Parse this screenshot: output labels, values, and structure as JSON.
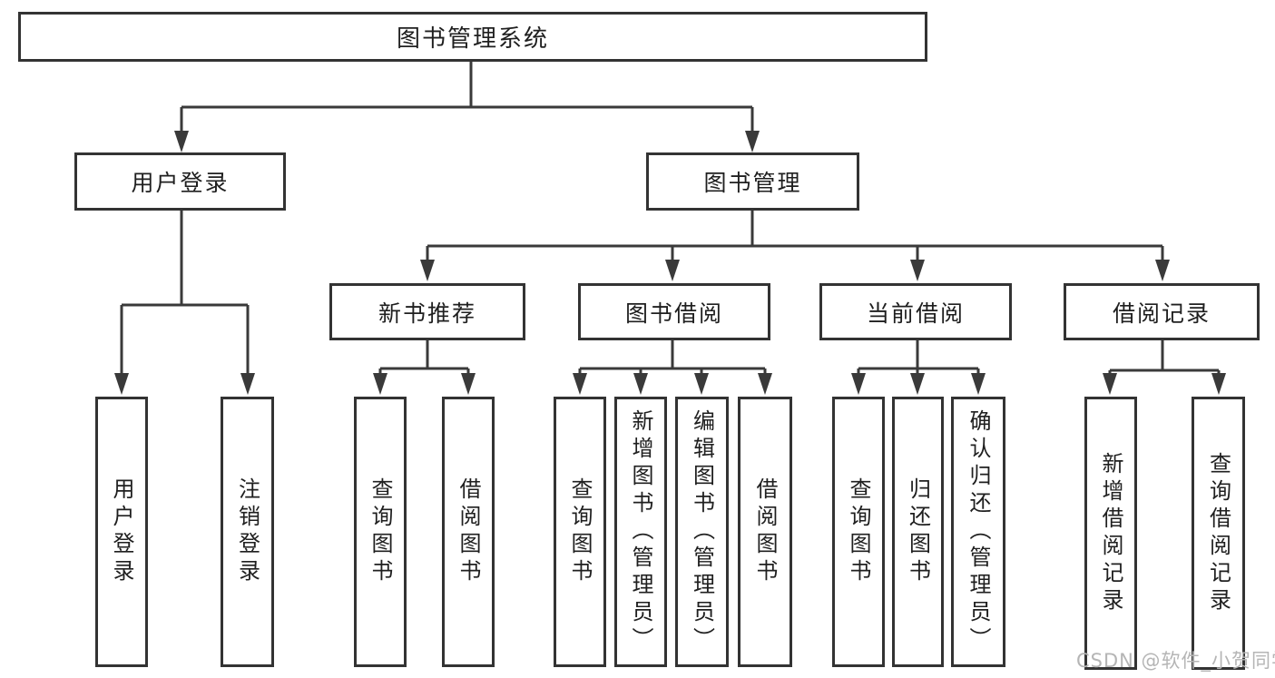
{
  "diagram": {
    "root": {
      "label": "图书管理系统"
    },
    "branches": [
      {
        "label": "用户登录",
        "children": [
          {
            "label": "用户登录"
          },
          {
            "label": "注销登录"
          }
        ]
      },
      {
        "label": "图书管理",
        "groups": [
          {
            "label": "新书推荐",
            "children": [
              {
                "label": "查询图书"
              },
              {
                "label": "借阅图书"
              }
            ]
          },
          {
            "label": "图书借阅",
            "children": [
              {
                "label": "查询图书"
              },
              {
                "label": "新增图书（管理员）"
              },
              {
                "label": "编辑图书（管理员）"
              },
              {
                "label": "借阅图书"
              }
            ]
          },
          {
            "label": "当前借阅",
            "children": [
              {
                "label": "查询图书"
              },
              {
                "label": "归还图书"
              },
              {
                "label": "确认归还（管理员）"
              }
            ]
          },
          {
            "label": "借阅记录",
            "children": [
              {
                "label": "新增借阅记录"
              },
              {
                "label": "查询借阅记录"
              }
            ]
          }
        ]
      }
    ]
  },
  "watermark": {
    "text": "CSDN @软件_小贺同学"
  },
  "colors": {
    "line": "#3a3a3a",
    "box_border": "#333333",
    "text": "#1f1f1f",
    "watermark": "#b5b5b5",
    "background": "#ffffff"
  }
}
